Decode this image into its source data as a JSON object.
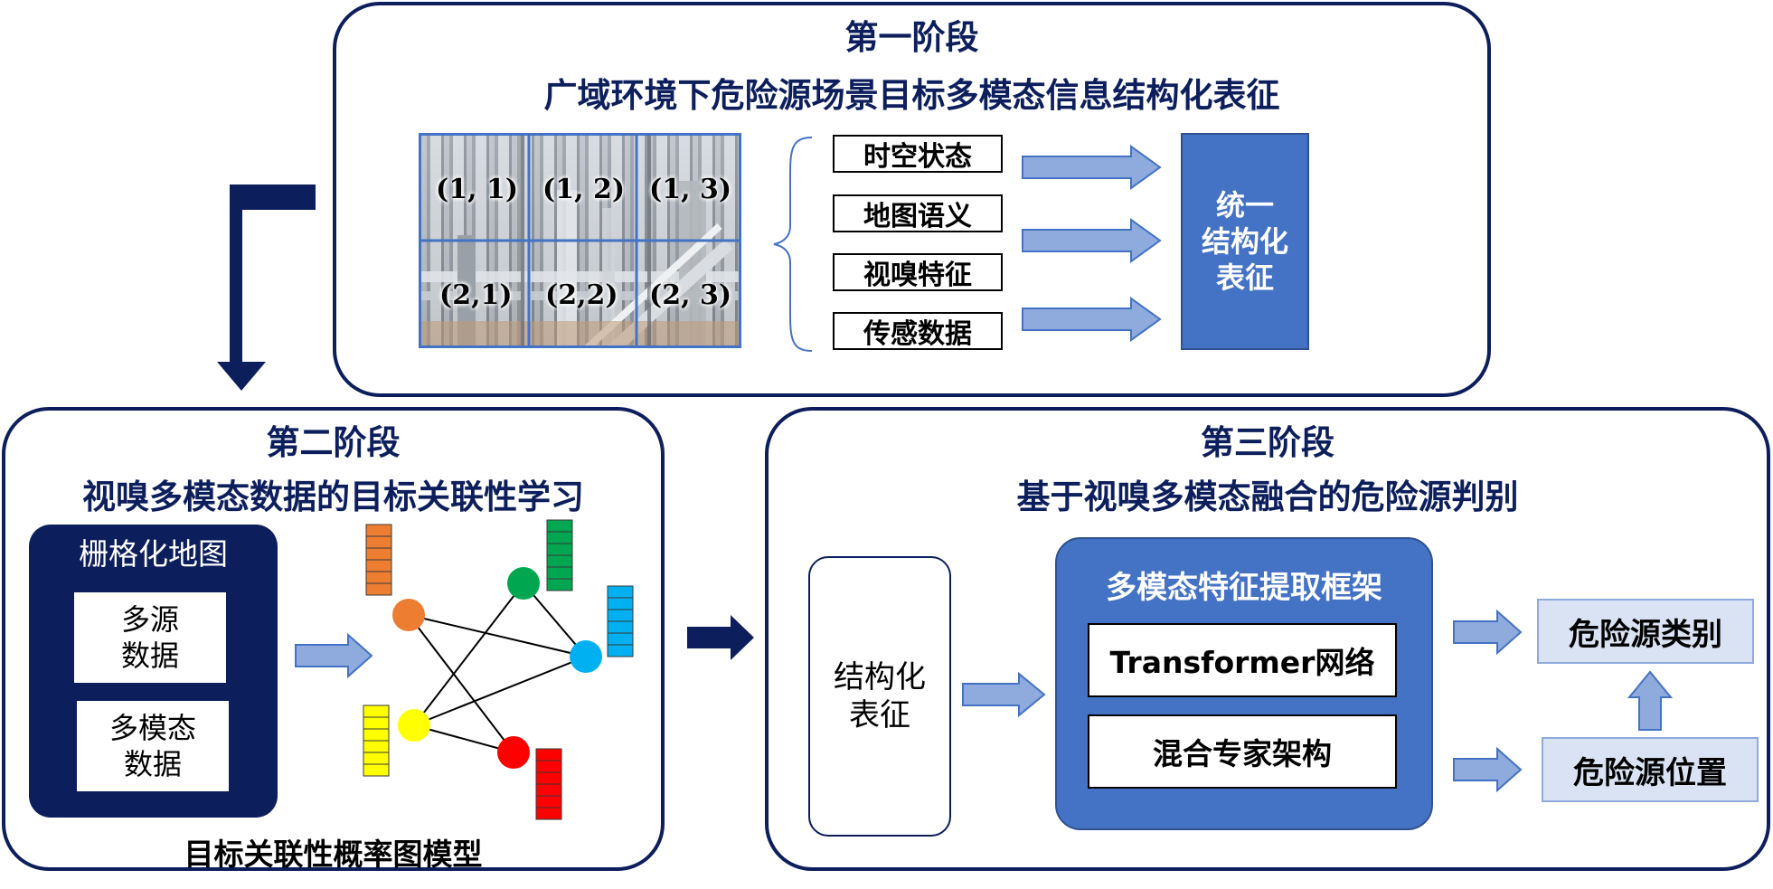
{
  "stage1": {
    "title": "第一阶段",
    "subtitle": "广域环境下危险源场景目标多模态信息结构化表征",
    "grid_labels": [
      "(1, 1)",
      "(1, 2)",
      "(1, 3)",
      "(2,1)",
      "(2,2)",
      "(2, 3)"
    ],
    "info_items": [
      "时空状态",
      "地图语义",
      "视嗅特征",
      "传感数据"
    ],
    "unified_box": "统一\n结构化\n表征"
  },
  "stage2": {
    "title": "第二阶段",
    "subtitle": "视嗅多模态数据的目标关联性学习",
    "map_title": "栅格化地图",
    "map_item1": "多源\n数据",
    "map_item2": "多模态\n数据",
    "graph_caption": "目标关联性概率图模型"
  },
  "stage3": {
    "title": "第三阶段",
    "subtitle": "基于视嗅多模态融合的危险源判别",
    "structured_box": "结构化\n表征",
    "framework_title": "多模态特征提取框架",
    "framework_items": [
      "Transformer网络",
      "混合专家架构"
    ],
    "outputs": [
      "危险源类别",
      "危险源位置"
    ]
  },
  "colors": {
    "navy": "#0d1e5c",
    "blue_box": "#4472c4",
    "arrow_fill": "#8faadc",
    "output_fill": "#dae3f3",
    "node_orange": "#ed7d31",
    "node_green": "#00a650",
    "node_blue": "#00b0f0",
    "node_yellow": "#ffff00",
    "node_red": "#ff0000"
  }
}
